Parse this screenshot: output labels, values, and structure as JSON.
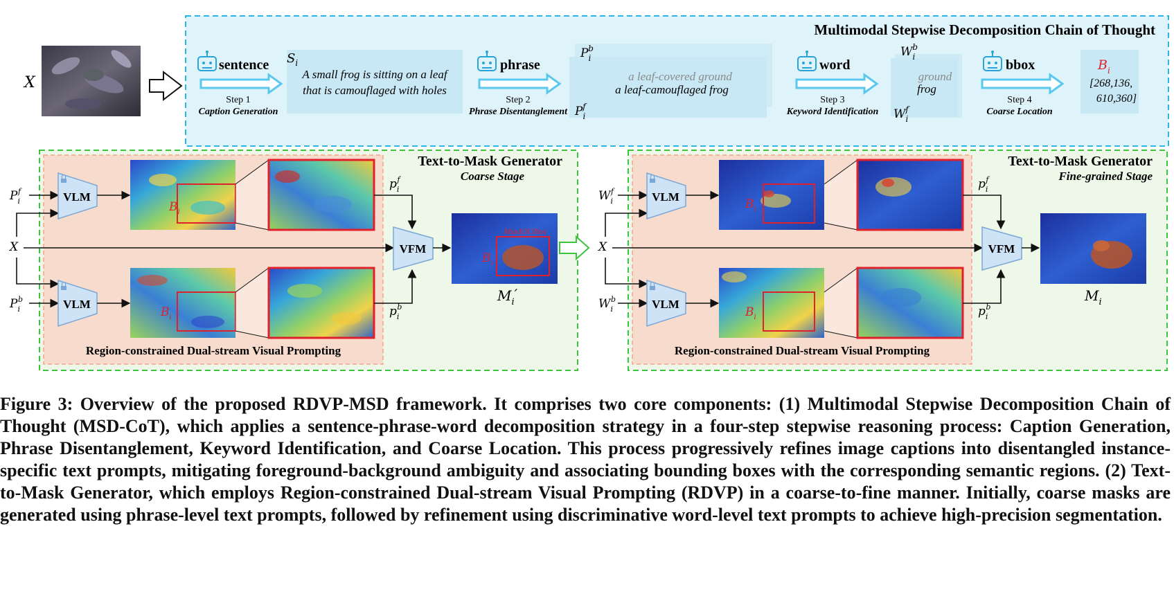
{
  "input": {
    "x_label": "X"
  },
  "cot": {
    "title": "Multimodal Stepwise Decomposition Chain of Thought",
    "steps": [
      {
        "keyword": "sentence",
        "step": "Step 1",
        "name": "Caption Generation"
      },
      {
        "keyword": "phrase",
        "step": "Step 2",
        "name": "Phrase Disentanglement"
      },
      {
        "keyword": "word",
        "step": "Step 3",
        "name": "Keyword Identification"
      },
      {
        "keyword": "bbox",
        "step": "Step 4",
        "name": "Coarse Location"
      }
    ],
    "sentence_symbol": "S",
    "sentence_sub": "i",
    "sentence_text_line1": "A small frog is sitting on a leaf",
    "sentence_text_line2": "that is camouflaged with holes",
    "phrase_bg": "a leaf-covered ground",
    "phrase_fg": "a leaf-camouflaged frog",
    "word_bg": "ground",
    "word_fg": "frog",
    "bbox_symbol": "B",
    "bbox_values_line1": "[268,136,",
    "bbox_values_line2": "610,360]",
    "P": "P",
    "W": "W",
    "i": "i",
    "b": "b",
    "f": "f"
  },
  "generators": [
    {
      "title": "Text-to-Mask Generator",
      "stage": "Coarse Stage",
      "region_label": "Region-constrained Dual-stream Visual Prompting",
      "fg_symbol": "P",
      "bg_symbol": "P",
      "output_symbol": "M",
      "output_prime": "′",
      "miou_label": "MaxIOUBox"
    },
    {
      "title": "Text-to-Mask Generator",
      "stage": "Fine-grained Stage",
      "region_label": "Region-constrained Dual-stream Visual Prompting",
      "fg_symbol": "W",
      "bg_symbol": "W",
      "output_symbol": "M",
      "output_prime": ""
    }
  ],
  "modules": {
    "vlm": "VLM",
    "vfm": "VFM"
  },
  "small_prompt": "p",
  "caption": "Figure 3: Overview of the proposed RDVP-MSD framework. It comprises two core components: (1) Multimodal Stepwise Decomposition Chain of Thought (MSD-CoT), which applies a sentence-phrase-word decomposition strategy in a four-step stepwise reasoning process: Caption Generation, Phrase Disentanglement, Keyword Identification, and Coarse Location. This process progressively refines image captions into disentangled instance-specific text prompts, mitigating foreground-background ambiguity and associating bounding boxes with the corresponding semantic regions. (2) Text-to-Mask Generator, which employs Region-constrained Dual-stream Visual Prompting (RDVP) in a coarse-to-fine manner. Initially, coarse masks are generated using phrase-level text prompts, followed by refinement using discriminative word-level text prompts to achieve high-precision segmentation.",
  "colors": {
    "cot_bg": "#dff3fb",
    "cot_border": "#29b6e6",
    "gen_bg": "#eef8e8",
    "gen_border": "#3cc43c",
    "region_bg": "#f7dccd",
    "region_border": "#f4a38a",
    "arrow": "#5ac8ec",
    "module_fill": "#cfe3f6",
    "module_stroke": "#7aa7d6",
    "bbox_red": "#e0202a"
  }
}
